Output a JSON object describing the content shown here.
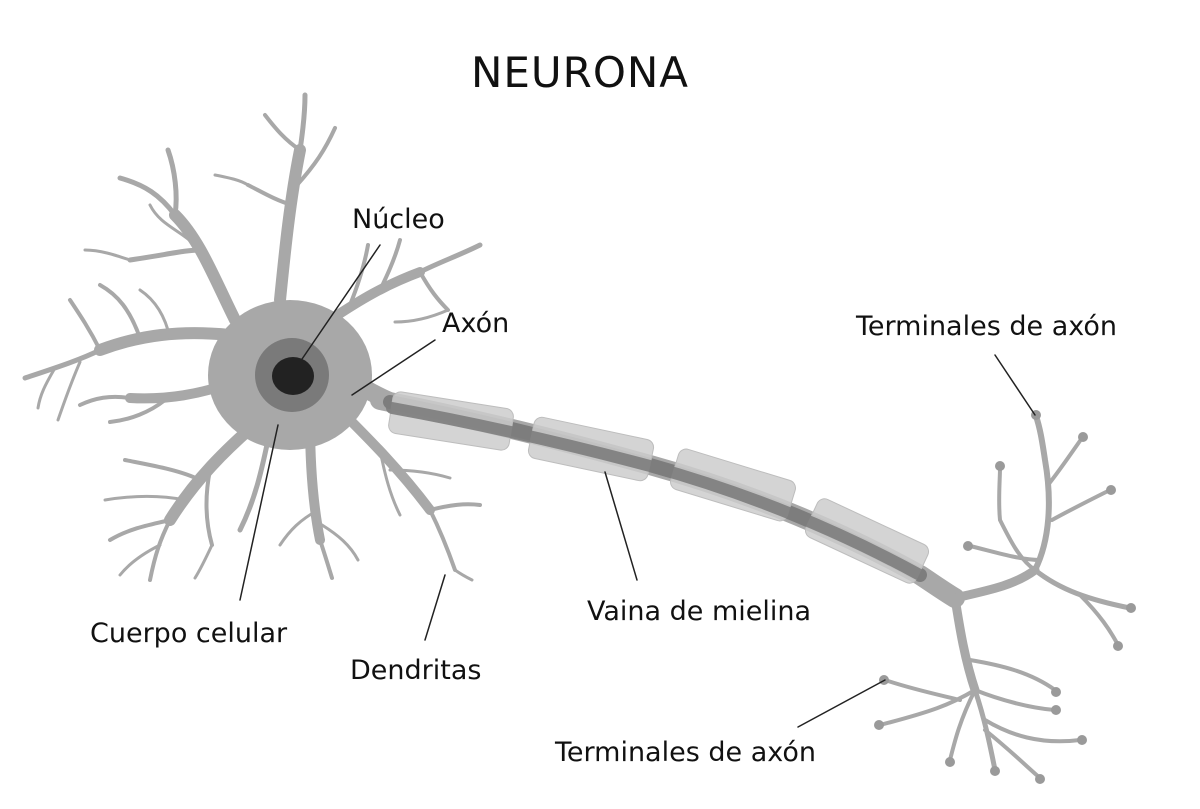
{
  "title": "NEURONA",
  "labels": {
    "nucleus": "Núcleo",
    "axon": "Axón",
    "axon_terminals_top": "Terminales de axón",
    "cell_body": "Cuerpo celular",
    "dendrites": "Dendritas",
    "myelin_sheath": "Vaina de mielina",
    "axon_terminals_bottom": "Terminales de axón"
  },
  "colors": {
    "neuron": "#a8a8a8",
    "nucleus_ring": "#7a7a7a",
    "nucleus": "#222222",
    "myelin": "#cccccc",
    "axon_core": "#7d7d7d",
    "leader_line": "#222222"
  }
}
